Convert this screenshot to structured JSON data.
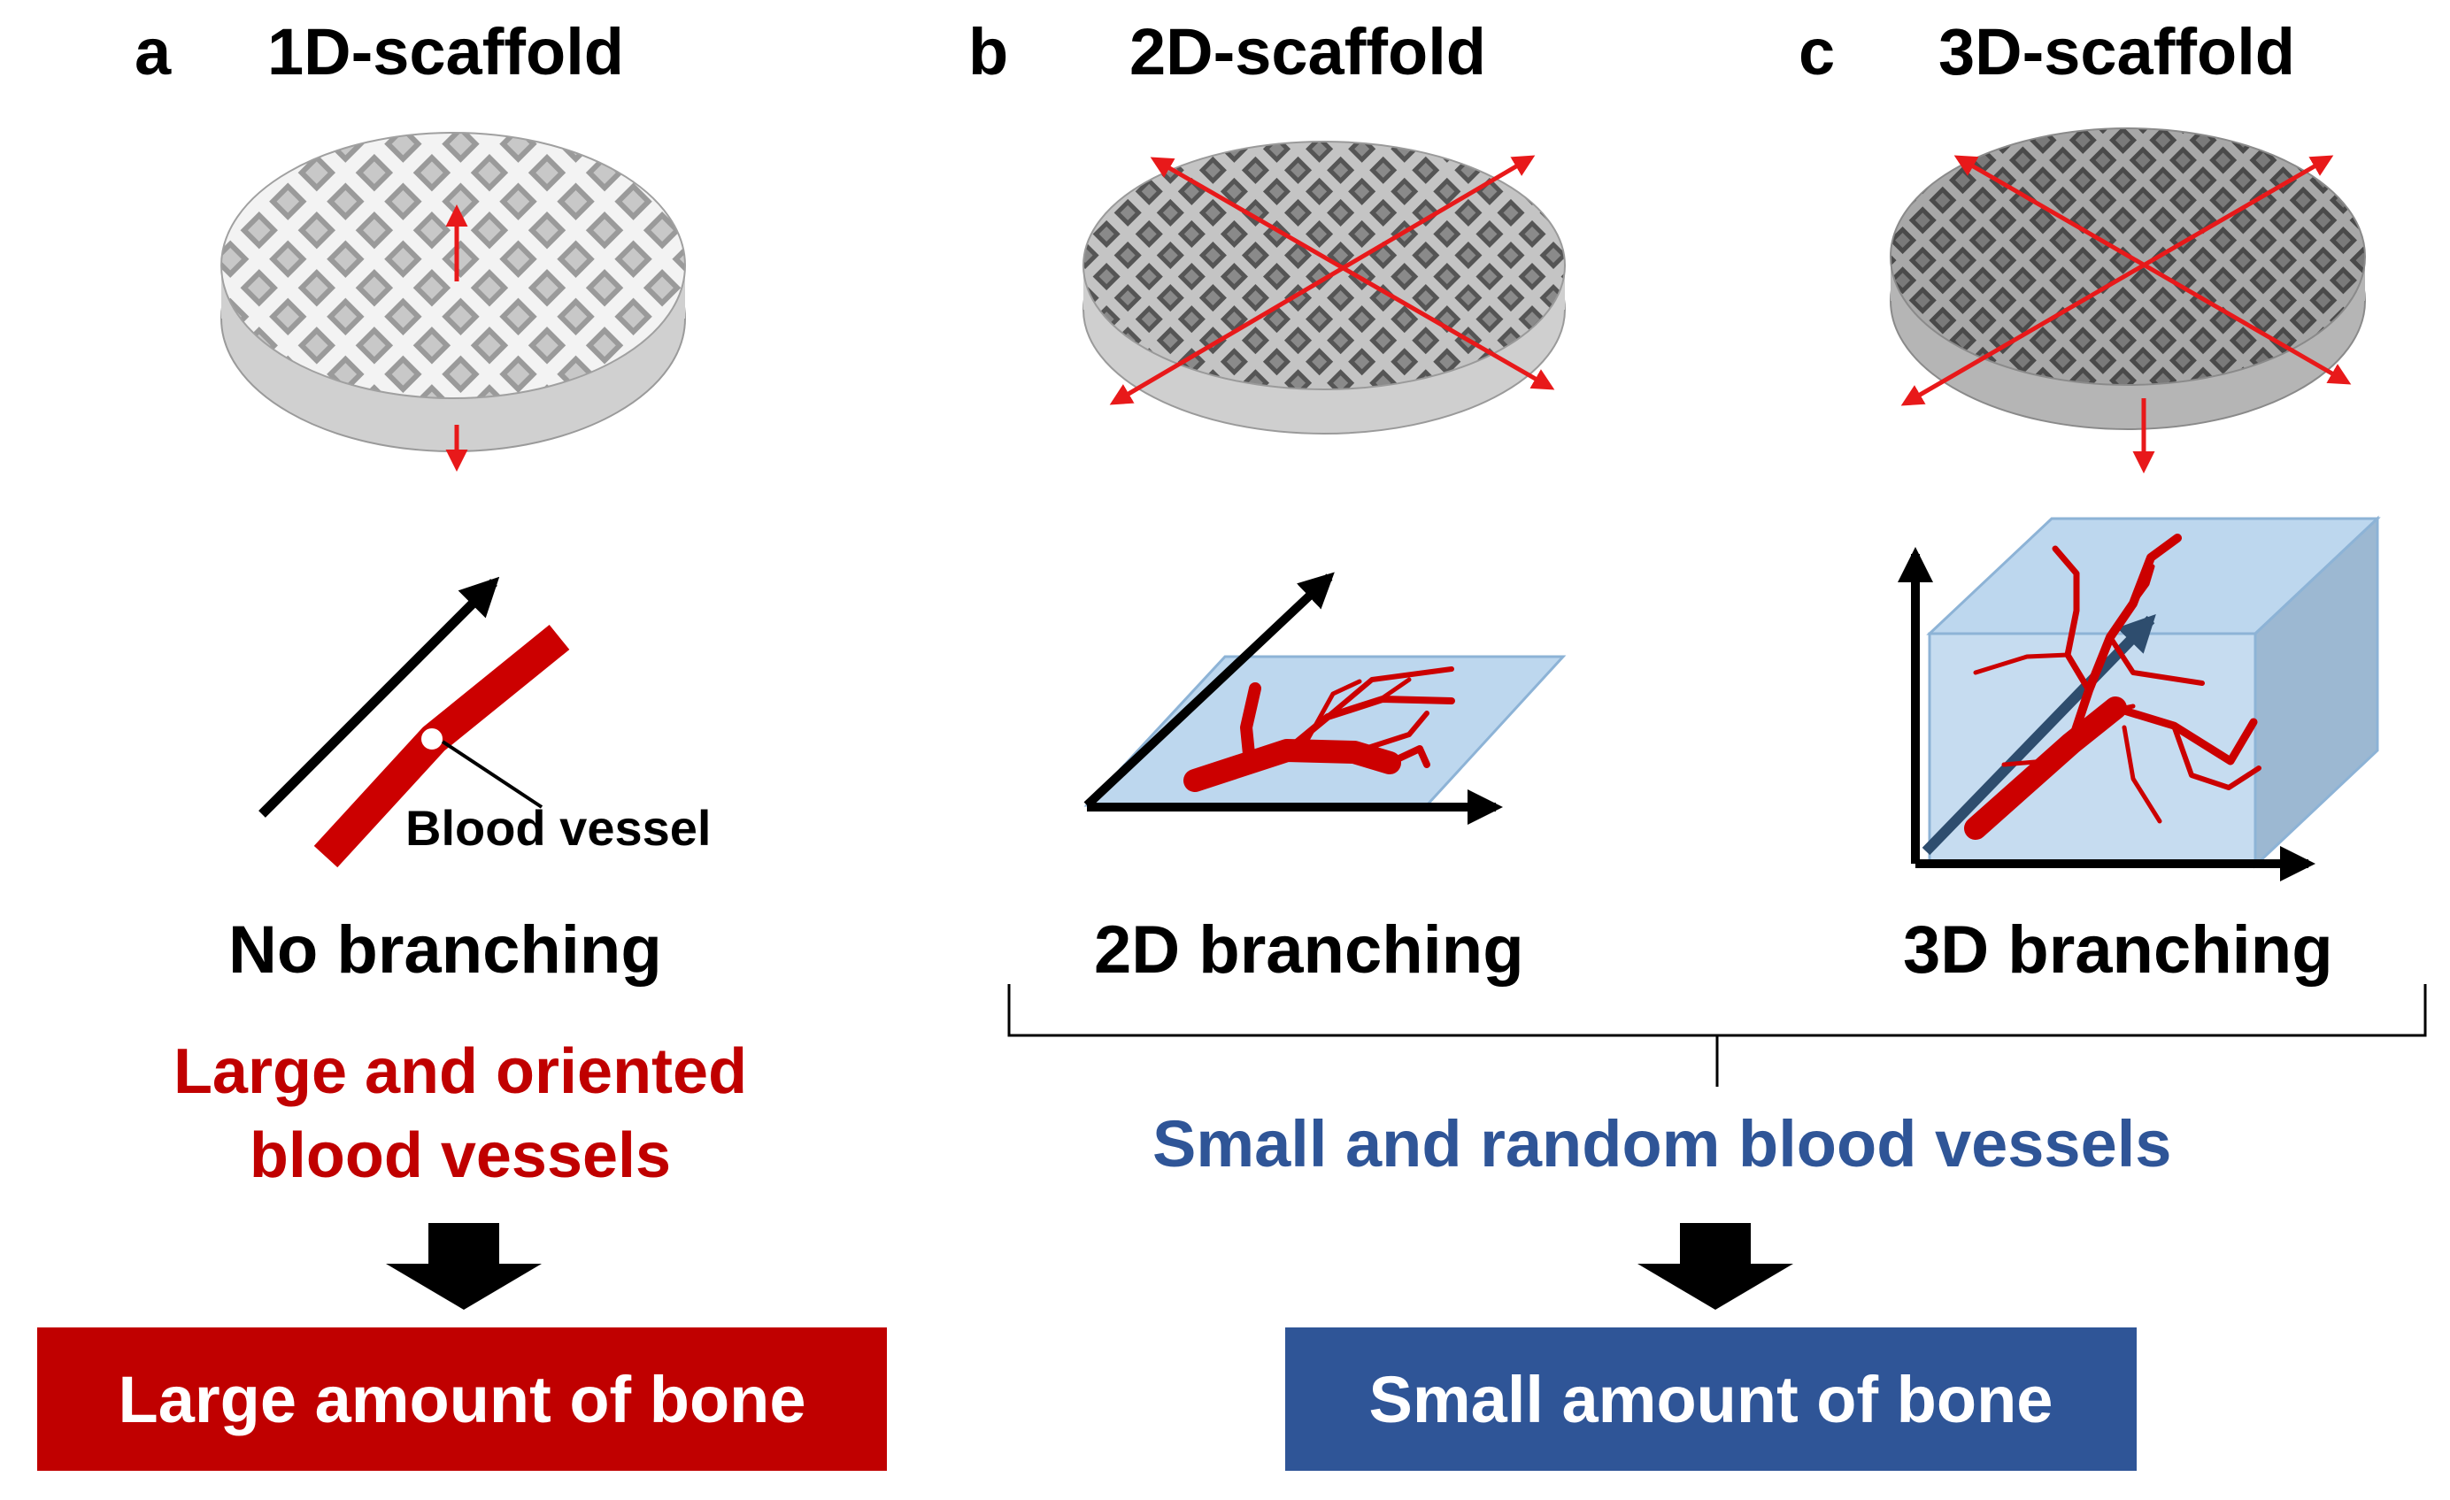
{
  "panels": [
    {
      "letter": "a",
      "title": "1D-scaffold",
      "branching": "No branching"
    },
    {
      "letter": "b",
      "title": "2D-scaffold",
      "branching": "2D branching"
    },
    {
      "letter": "c",
      "title": "3D-scaffold",
      "branching": "3D branching"
    }
  ],
  "vessel_label": "Blood vessel",
  "outcome_left": {
    "vessels_line1": "Large and oriented",
    "vessels_line2": "blood vessels",
    "result": "Large amount of bone"
  },
  "outcome_right": {
    "vessels": "Small and random blood vessels",
    "result": "Small amount of bone"
  },
  "colors": {
    "red": "#c00000",
    "blue": "#2f5597",
    "arrow_red": "#e8191a",
    "plane_blue": "#bdd7ee",
    "vessel_red": "#cc0000"
  }
}
